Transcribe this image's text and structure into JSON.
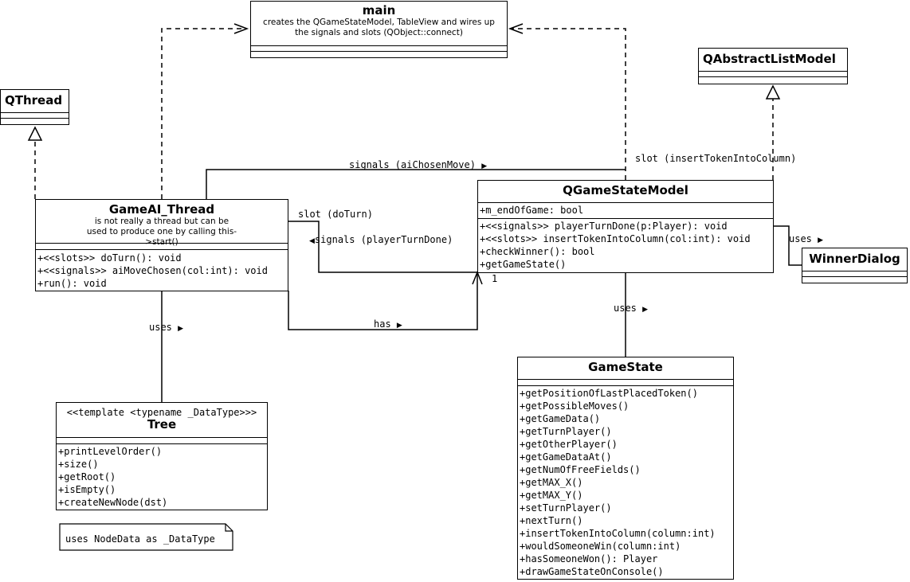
{
  "classes": {
    "main": {
      "name": "main",
      "note": "creates the QGameStateModel, TableView and wires up the signals and slots (QObject::connect)"
    },
    "qthread": {
      "name": "QThread"
    },
    "qabstractlistmodel": {
      "name": "QAbstractListModel"
    },
    "gameai": {
      "name": "GameAI_Thread",
      "note": "is not really a thread but can be used to produce one by calling this->start()",
      "ops": [
        "+<<slots>> doTurn(): void",
        "+<<signals>> aiMoveChosen(col:int): void",
        "+run(): void"
      ]
    },
    "qgsm": {
      "name": "QGameStateModel",
      "attrs": [
        "+m_endOfGame: bool"
      ],
      "ops": [
        "+<<signals>> playerTurnDone(p:Player): void",
        "+<<slots>> insertTokenIntoColumn(col:int): void",
        "+checkWinner(): bool",
        "+getGameState()"
      ]
    },
    "winner": {
      "name": "WinnerDialog"
    },
    "tree": {
      "stereotype": "<<template <typename _DataType>>>",
      "name": "Tree",
      "ops": [
        "+printLevelOrder()",
        "+size()",
        "+getRoot()",
        "+isEmpty()",
        "+createNewNode(dst)"
      ]
    },
    "gamestate": {
      "name": "GameState",
      "ops": [
        "+getPositionOfLastPlacedToken()",
        "+getPossibleMoves()",
        "+getGameData()",
        "+getTurnPlayer()",
        "+getOtherPlayer()",
        "+getGameDataAt()",
        "+getNumOfFreeFields()",
        "+getMAX_X()",
        "+getMAX_Y()",
        "+setTurnPlayer()",
        "+nextTurn()",
        "+insertTokenIntoColumn(column:int)",
        "+wouldSomeoneWin(column:int)",
        "+hasSomeoneWon(): Player",
        "+drawGameStateOnConsole()"
      ]
    }
  },
  "labels": {
    "signals_ai": "signals (aiChosenMove)",
    "slot_insert": "slot (insertTokenIntoColumn)",
    "slot_doturn": "slot (doTurn)",
    "signals_player": "signals (playerTurnDone)",
    "uses_winner": "uses",
    "uses_tree": "uses",
    "uses_gamestate": "uses",
    "has": "has",
    "mult_one": "1"
  },
  "note_text": "uses NodeData as _DataType"
}
